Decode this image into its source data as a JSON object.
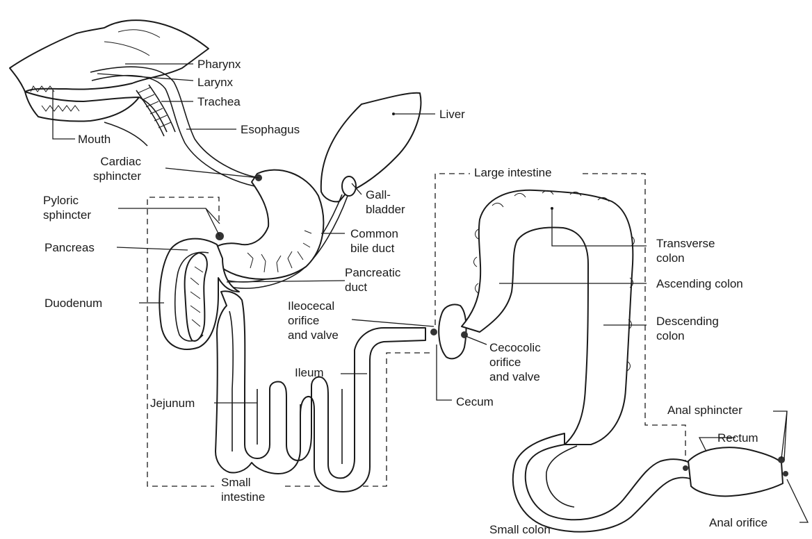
{
  "labels": {
    "pharynx": "Pharynx",
    "larynx": "Larynx",
    "trachea": "Trachea",
    "mouth": "Mouth",
    "esophagus": "Esophagus",
    "liver": "Liver",
    "cardiac_sphincter": "Cardiac\nsphincter",
    "large_intestine": "Large intestine",
    "gallbladder": "Gall-\nbladder",
    "pyloric_sphincter": "Pyloric\nsphincter",
    "common_bile_duct": "Common\nbile duct",
    "pancreas": "Pancreas",
    "transverse_colon": "Transverse\ncolon",
    "pancreatic_duct": "Pancreatic\nduct",
    "ascending_colon": "Ascending colon",
    "duodenum": "Duodenum",
    "ileocecal_orifice": "Ileocecal\norifice\nand valve",
    "descending_colon": "Descending\ncolon",
    "cecocolic_orifice": "Cecocolic\norifice\nand valve",
    "ileum": "Ileum",
    "cecum": "Cecum",
    "jejunum": "Jejunum",
    "anal_sphincter": "Anal sphincter",
    "rectum": "Rectum",
    "small_intestine": "Small\nintestine",
    "anal_orifice": "Anal orifice",
    "small_colon": "Small colon"
  }
}
